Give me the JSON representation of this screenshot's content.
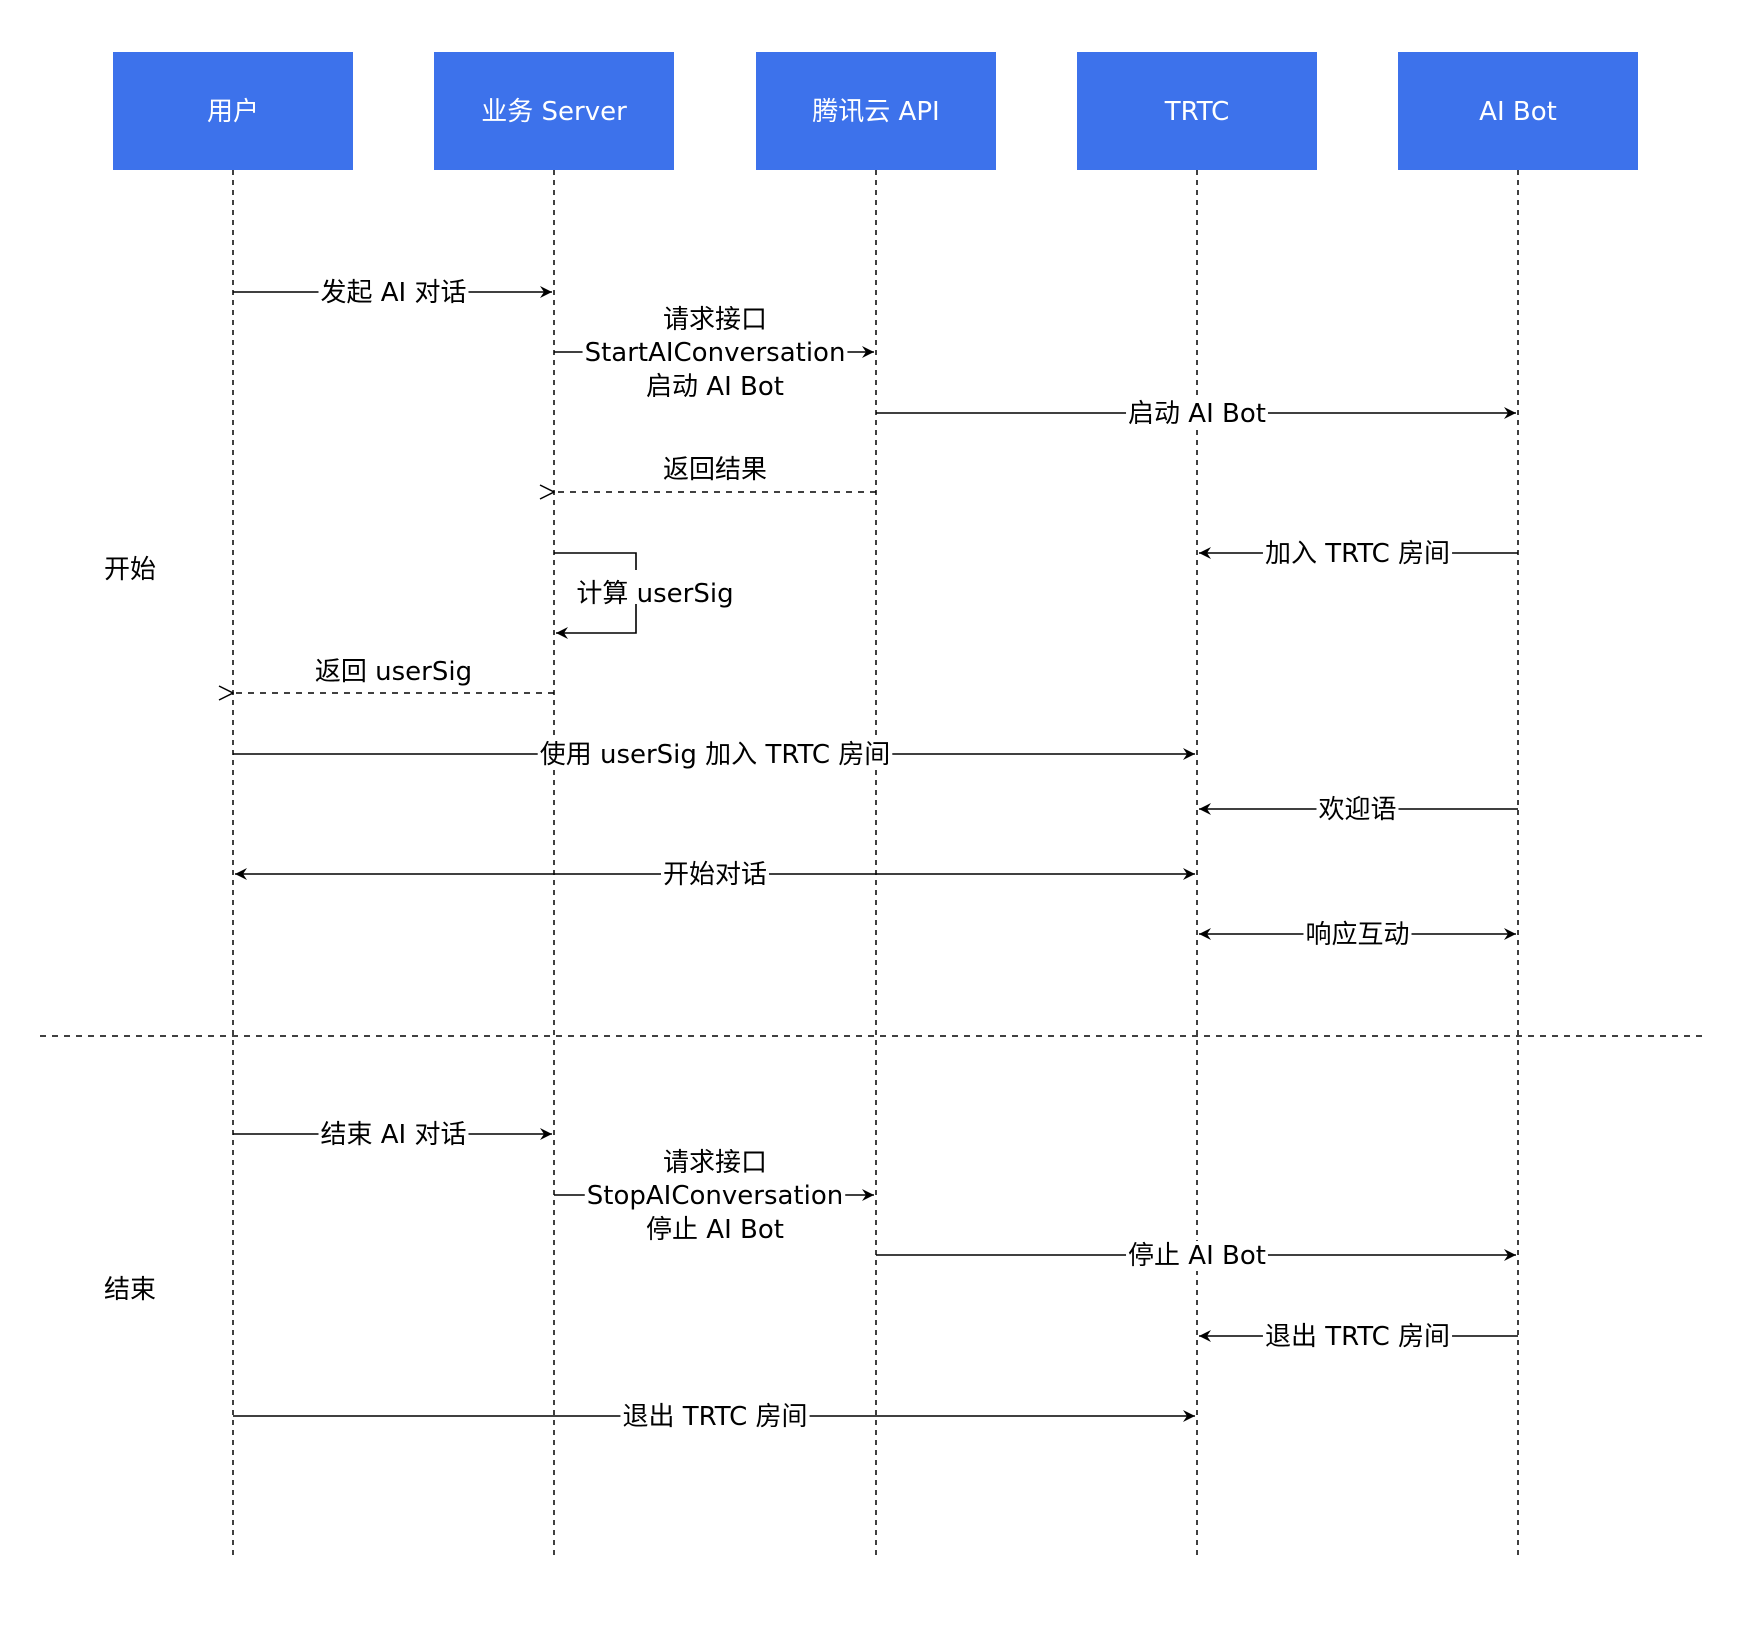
{
  "participants": [
    {
      "id": "user",
      "label": "用户"
    },
    {
      "id": "server",
      "label": "业务 Server"
    },
    {
      "id": "api",
      "label": "腾讯云 API"
    },
    {
      "id": "trtc",
      "label": "TRTC"
    },
    {
      "id": "bot",
      "label": "AI Bot"
    }
  ],
  "sections": [
    {
      "id": "start",
      "label": "开始"
    },
    {
      "id": "end",
      "label": "结束"
    }
  ],
  "messages": [
    {
      "id": "m1",
      "from": "user",
      "to": "server",
      "style": "solid",
      "lines": [
        "发起 AI 对话"
      ]
    },
    {
      "id": "m2",
      "from": "server",
      "to": "api",
      "style": "solid",
      "lines": [
        "请求接口",
        "StartAIConversation",
        "启动 AI Bot"
      ]
    },
    {
      "id": "m3",
      "from": "api",
      "to": "bot",
      "style": "solid",
      "lines": [
        "启动 AI Bot"
      ]
    },
    {
      "id": "m4",
      "from": "api",
      "to": "server",
      "style": "dashed",
      "lines": [
        "返回结果"
      ]
    },
    {
      "id": "m5",
      "from": "bot",
      "to": "trtc",
      "style": "solid",
      "lines": [
        "加入 TRTC 房间"
      ]
    },
    {
      "id": "m6",
      "from": "server",
      "to": "server",
      "style": "self",
      "lines": [
        "计算 userSig"
      ]
    },
    {
      "id": "m7",
      "from": "server",
      "to": "user",
      "style": "dashed",
      "lines": [
        "返回 userSig"
      ]
    },
    {
      "id": "m8",
      "from": "user",
      "to": "trtc",
      "style": "solid",
      "lines": [
        "使用 userSig 加入 TRTC 房间"
      ]
    },
    {
      "id": "m9",
      "from": "bot",
      "to": "trtc",
      "style": "solid",
      "lines": [
        "欢迎语"
      ]
    },
    {
      "id": "m10",
      "from": "user",
      "to": "trtc",
      "style": "both",
      "lines": [
        "开始对话"
      ]
    },
    {
      "id": "m11",
      "from": "trtc",
      "to": "bot",
      "style": "both",
      "lines": [
        "响应互动"
      ]
    },
    {
      "id": "m12",
      "from": "user",
      "to": "server",
      "style": "solid",
      "lines": [
        "结束 AI 对话"
      ]
    },
    {
      "id": "m13",
      "from": "server",
      "to": "api",
      "style": "solid",
      "lines": [
        "请求接口",
        "StopAIConversation",
        "停止 AI Bot"
      ]
    },
    {
      "id": "m14",
      "from": "api",
      "to": "bot",
      "style": "solid",
      "lines": [
        "停止 AI Bot"
      ]
    },
    {
      "id": "m15",
      "from": "bot",
      "to": "trtc",
      "style": "solid",
      "lines": [
        "退出 TRTC 房间"
      ]
    },
    {
      "id": "m16",
      "from": "user",
      "to": "trtc",
      "style": "solid",
      "lines": [
        "退出 TRTC 房间"
      ]
    }
  ],
  "colors": {
    "participant_fill": "#3d72eb",
    "participant_text": "#ffffff",
    "line": "#000000",
    "background": "#ffffff"
  }
}
